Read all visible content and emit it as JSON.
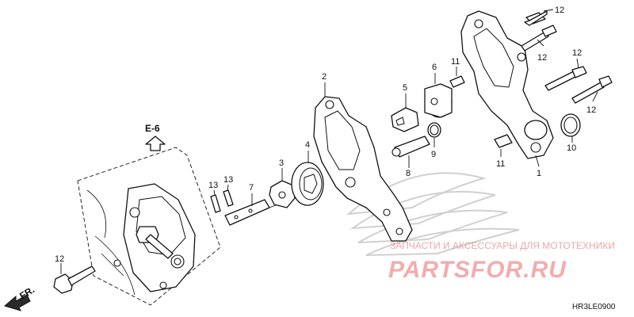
{
  "diagram": {
    "ref_label": "E-6",
    "front_label": "FR.",
    "code": "HR3LE0900",
    "callouts": {
      "c1": "1",
      "c2": "2",
      "c3": "3",
      "c4": "4",
      "c5": "5",
      "c6": "6",
      "c7": "7",
      "c8": "8",
      "c9": "9",
      "c10": "10",
      "c11a": "11",
      "c11b": "11",
      "c12a": "12",
      "c12b": "12",
      "c12c": "12",
      "c12d": "12",
      "c12e": "12",
      "c13a": "13",
      "c13b": "13"
    },
    "watermark": {
      "tagline": "ЗАПЧАСТИ И АКСЕССУАРЫ ДЛЯ МОТОТЕХНИКИ",
      "brand": "PARTSFOR.RU"
    }
  }
}
